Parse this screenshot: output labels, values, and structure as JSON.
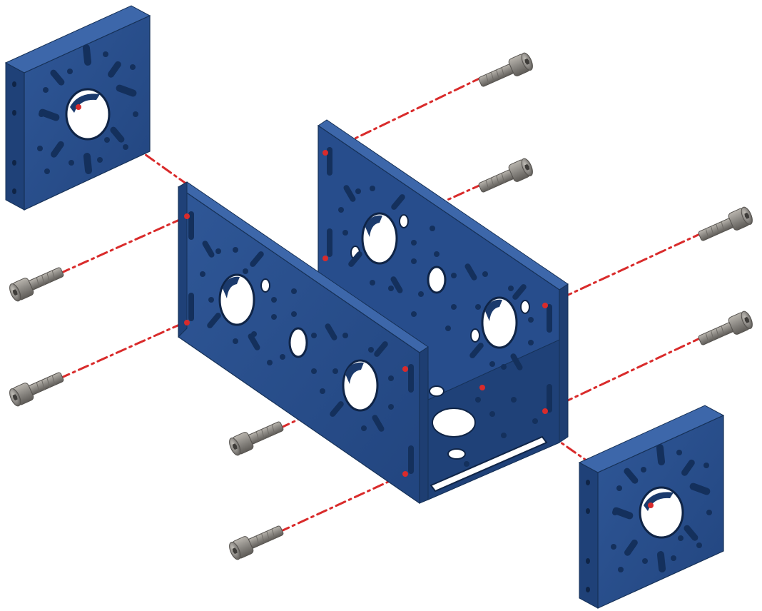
{
  "diagram": {
    "kind": "exploded-assembly",
    "background": "#ffffff",
    "colors": {
      "part_front": "#2a4f8d",
      "part_top": "#3c66a8",
      "part_side": "#1d3c70",
      "part_edge": "#163157",
      "hole": "#ffffff",
      "hole_shadow": "#0f2446",
      "slot": "#14305c",
      "bolt_body": "#8e8b86",
      "bolt_dark": "#5f5c58",
      "bolt_light": "#bdbab4",
      "guide_line": "#d92b2b"
    },
    "parts": [
      {
        "name": "u-channel",
        "count": 1
      },
      {
        "name": "end-plate",
        "count": 2
      },
      {
        "name": "socket-head-screw",
        "count": 8
      }
    ]
  }
}
